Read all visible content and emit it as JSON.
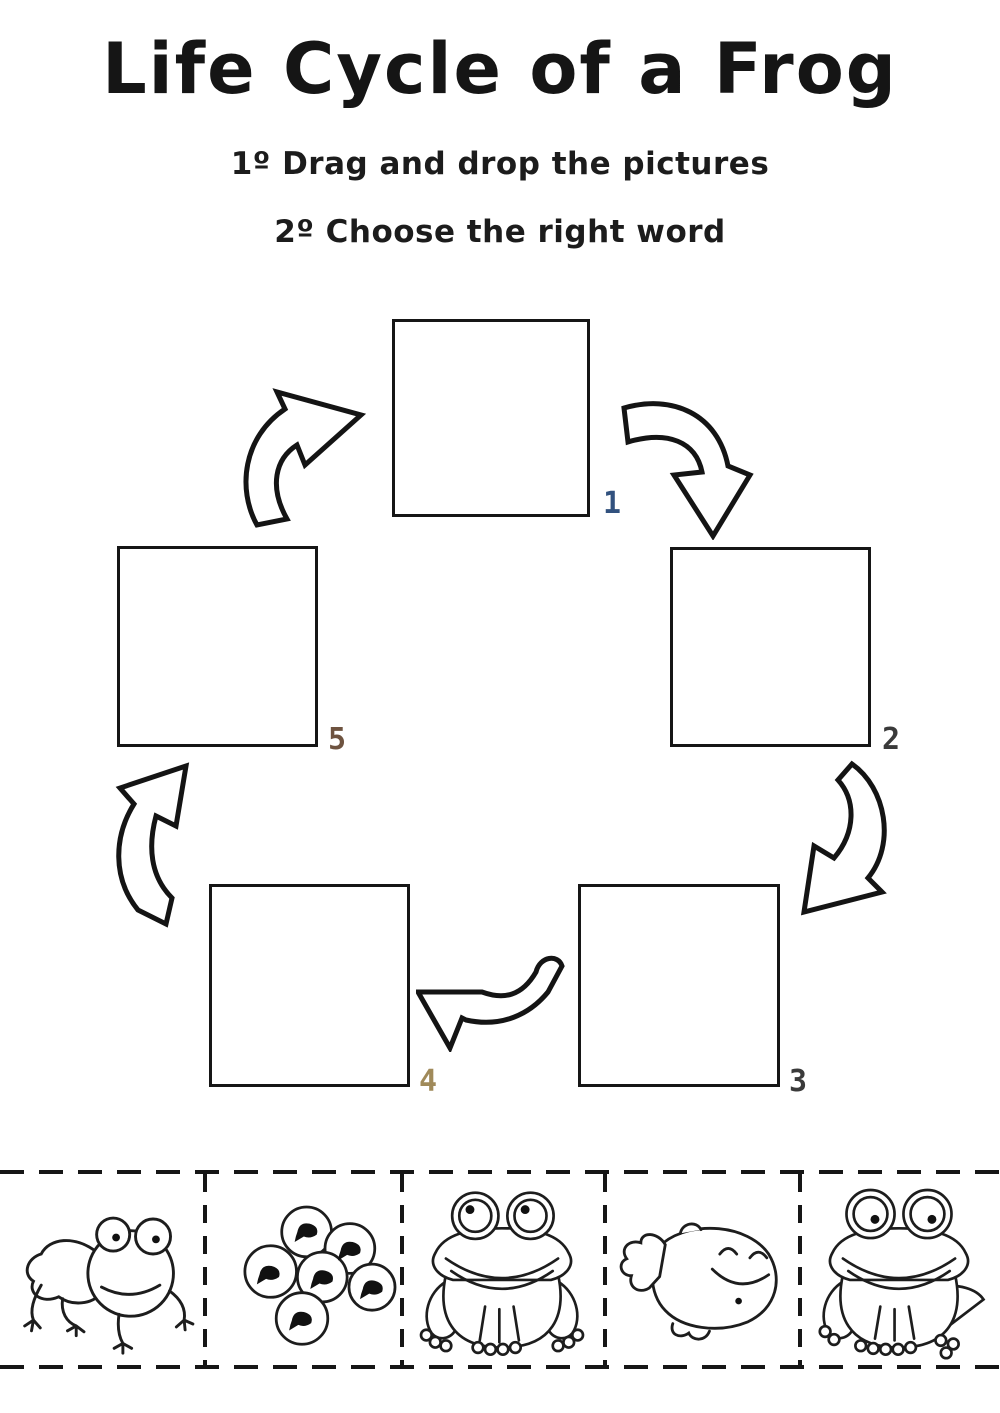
{
  "page": {
    "title": "Life Cycle of a Frog",
    "instruction_1": "1º Drag and drop the pictures",
    "instruction_2": "2º Choose the right word",
    "background_color": "#ffffff",
    "ink_color": "#161616"
  },
  "cycle": {
    "drop_zones": [
      {
        "number": "1",
        "label_color": "#31517e"
      },
      {
        "number": "2",
        "label_color": "#3a3a3a"
      },
      {
        "number": "3",
        "label_color": "#3a3a3a"
      },
      {
        "number": "4",
        "label_color": "#a08a5a"
      },
      {
        "number": "5",
        "label_color": "#6e5340"
      }
    ],
    "arrows": [
      {
        "name": "arrow-5-to-1",
        "direction": "up-right"
      },
      {
        "name": "arrow-1-to-2",
        "direction": "down"
      },
      {
        "name": "arrow-2-to-3",
        "direction": "down-left"
      },
      {
        "name": "arrow-3-to-4",
        "direction": "left-down"
      },
      {
        "name": "arrow-4-to-5",
        "direction": "up-right"
      }
    ]
  },
  "pieces": {
    "items": [
      {
        "icon": "crawling-frog-icon",
        "alt": "frog crawling sideways"
      },
      {
        "icon": "frogspawn-icon",
        "alt": "cluster of frog eggs with embryos"
      },
      {
        "icon": "sitting-frog-icon",
        "alt": "adult frog sitting facing front"
      },
      {
        "icon": "tadpole-icon",
        "alt": "smiling tadpole"
      },
      {
        "icon": "froglet-icon",
        "alt": "young frog with tail"
      }
    ]
  }
}
